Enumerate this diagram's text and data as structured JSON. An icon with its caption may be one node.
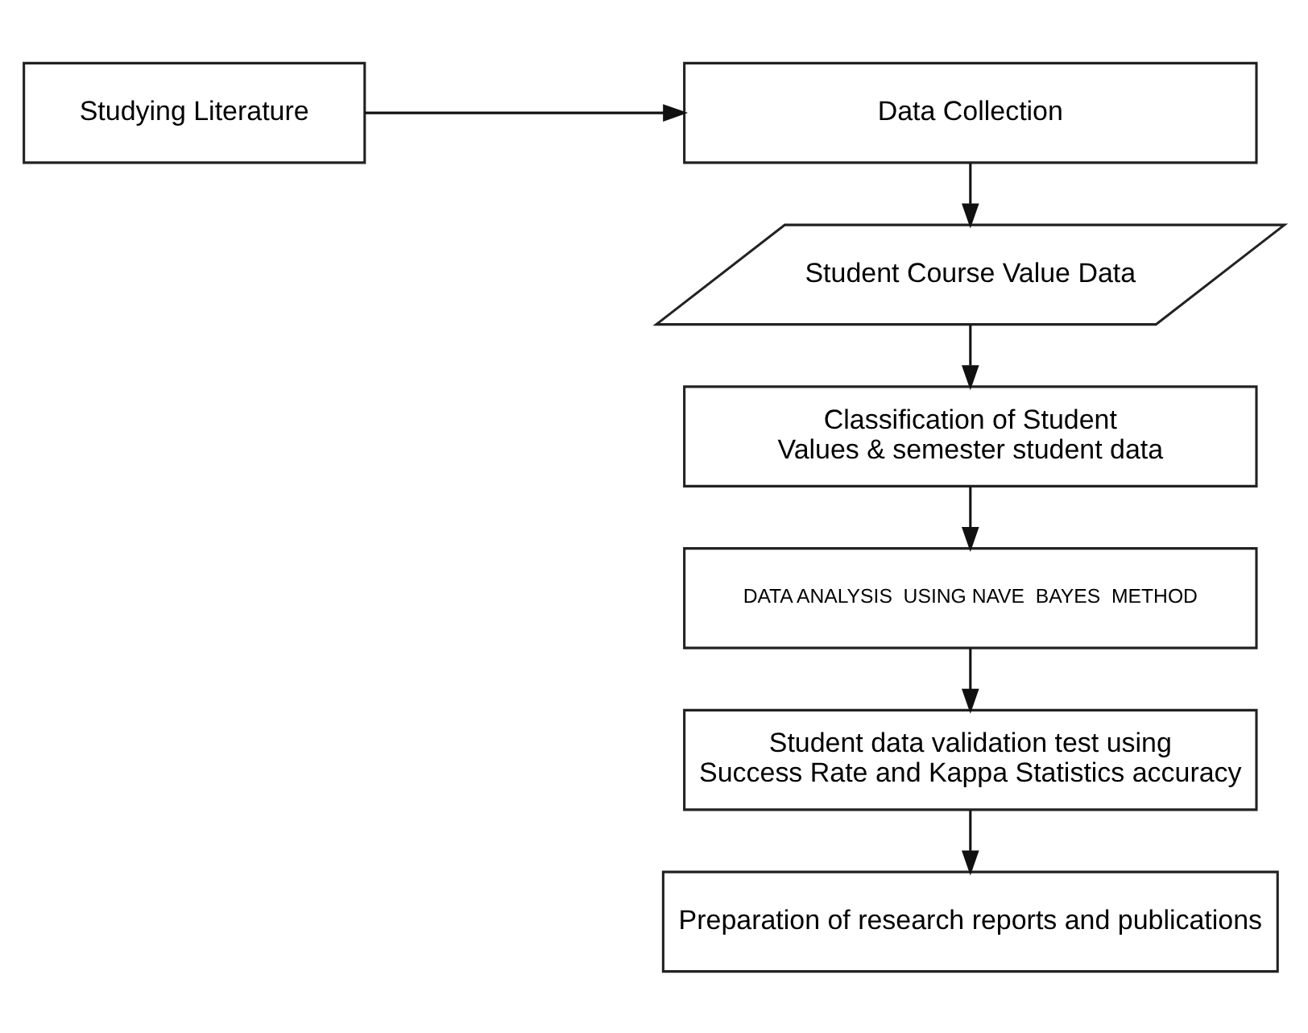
{
  "diagram": {
    "nodes": [
      {
        "text": [
          "Data Collection"
        ]
      },
      {
        "text": [
          "Studying Literature"
        ]
      },
      {
        "text": [
          "Student Course Value Data"
        ]
      },
      {
        "text": [
          "Classification of Student Values & semester student data"
        ]
      },
      {
        "text": [
          "DATA ANALYSIS  USING NAVE  BAYES  METHOD"
        ]
      },
      {
        "text": [
          "Student data validation test using Success Rate and Kappa Statistics accuracy"
        ]
      },
      {
        "text": [
          "Preparation of research reports and publications"
        ]
      }
    ],
    "edges": [
      {
        "from": 1,
        "to": 0,
        "arrow": "to"
      },
      {
        "from": 0,
        "to": 2,
        "arrow": "to"
      },
      {
        "from": 2,
        "to": 3,
        "arrow": "to"
      },
      {
        "from": 3,
        "to": 4,
        "arrow": "to"
      },
      {
        "from": 4,
        "to": 5,
        "arrow": "to"
      },
      {
        "from": 5,
        "to": 6,
        "arrow": "to"
      }
    ]
  }
}
